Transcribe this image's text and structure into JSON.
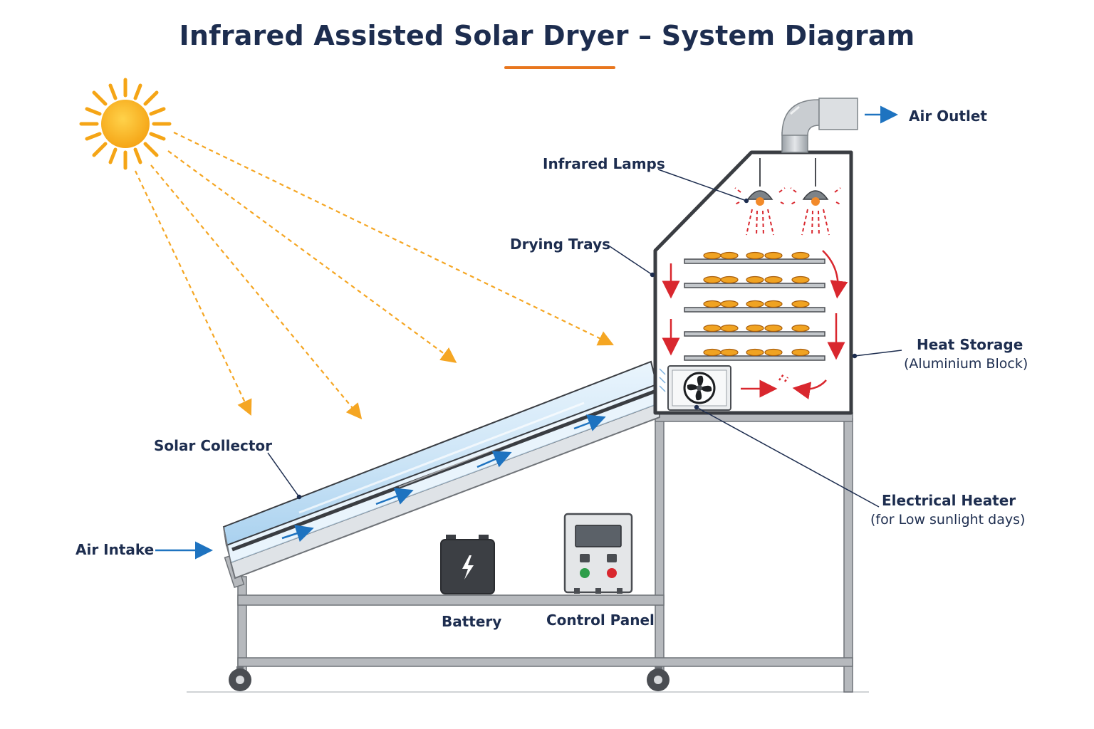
{
  "title": "Infrared Assisted Solar Dryer – System Diagram",
  "labels": {
    "air_outlet": "Air Outlet",
    "infrared_lamps": "Infrared Lamps",
    "drying_trays": "Drying Trays",
    "heat_storage": "Heat Storage",
    "heat_storage_sub": "(Aluminium Block)",
    "solar_collector": "Solar Collector",
    "air_intake": "Air Intake",
    "electrical_heater": "Electrical Heater",
    "electrical_heater_sub": "(for Low sunlight days)",
    "battery": "Battery",
    "control_panel": "Control Panel"
  },
  "colors": {
    "title": "#1d2d4f",
    "title_accent": "#e8761e",
    "sun": "#f5a516",
    "sun_ray": "#f5a623",
    "airflow_blue": "#1e73c0",
    "hot_air_red": "#d9272e",
    "frame": "#8c8f94",
    "chamber_outline": "#3a3d42",
    "collector_glass": "#cfe6f7",
    "product": "#f0a322"
  },
  "icons": [
    "sun-icon",
    "fan-icon",
    "lightning-icon",
    "lamp-icon",
    "wheel-icon",
    "arrow-right-icon"
  ]
}
